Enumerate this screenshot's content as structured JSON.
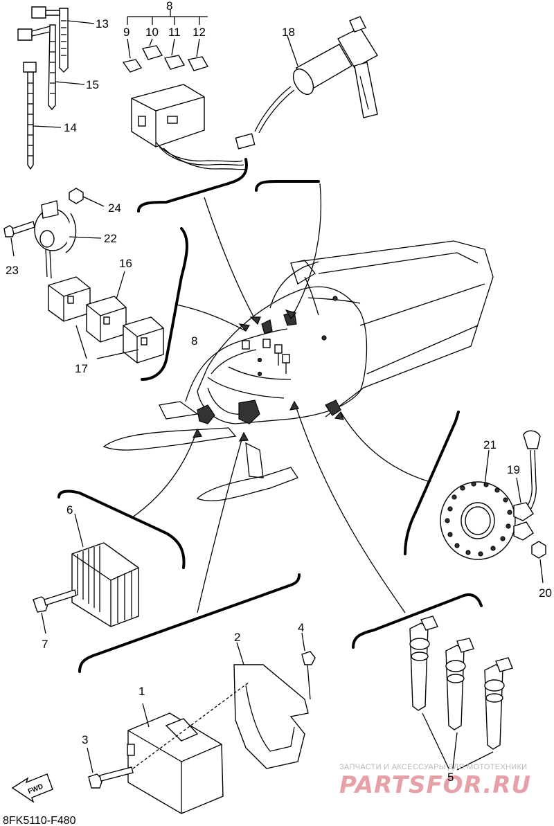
{
  "callouts": {
    "c1": "1",
    "c2": "2",
    "c3": "3",
    "c4": "4",
    "c5": "5",
    "c6": "6",
    "c7": "7",
    "c8_top": "8",
    "c8_mid": "8",
    "c9": "9",
    "c10": "10",
    "c11": "11",
    "c12": "12",
    "c13": "13",
    "c14": "14",
    "c15": "15",
    "c16": "16",
    "c17": "17",
    "c18": "18",
    "c19": "19",
    "c20": "20",
    "c21": "21",
    "c22": "22",
    "c23": "23",
    "c24": "24"
  },
  "diagram_code": "8FK5110-F480",
  "fwd_label": "FWD",
  "watermark": {
    "tagline": "ЗАПЧАСТИ И АКСЕССУАРЫ ДЛЯ МОТОТЕХНИКИ",
    "brand": "PARTSFOR.RU"
  },
  "colors": {
    "ink": "#000000",
    "watermark_text": "#b8b8b8",
    "watermark_brand": "#e6a0a8"
  }
}
